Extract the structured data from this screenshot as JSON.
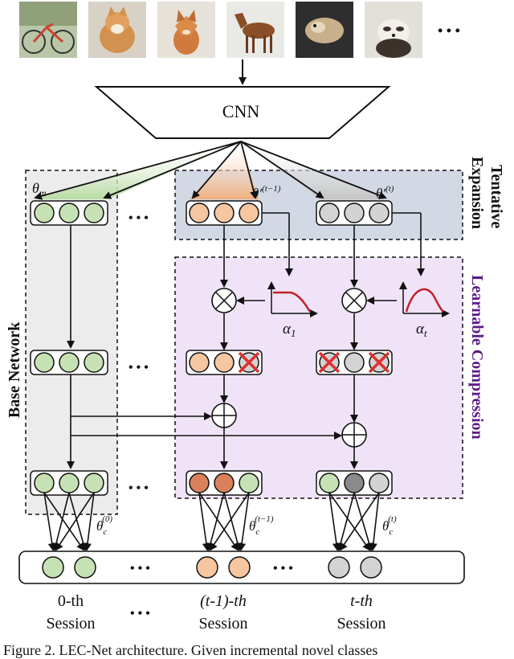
{
  "colors": {
    "green": "#c6e2b4",
    "orange": "#f5c6a0",
    "dark_orange": "#d9815a",
    "gray": "#d3d3d3",
    "dark_gray": "#8a8a8a",
    "expansion_bg": "#d2d9e5",
    "compression_bg": "#f0e3f7",
    "base_bg": "#ececec",
    "compression_text": "#5b1a87",
    "red_cross": "#e03030",
    "curve": "#c0202a"
  },
  "images": [
    "bicycle",
    "shiba-dog",
    "fox",
    "horse",
    "hamster",
    "ferret"
  ],
  "ellipsis": "• • •",
  "cnn_label": "CNN",
  "labels": {
    "base_network": "Base Network",
    "tentative_expansion_line1": "Tentative",
    "tentative_expansion_line2": "Expansion",
    "learnable_compression": "Learnable  Compression",
    "theta_m": "θ",
    "theta_m_sub": "m",
    "theta_prime_t1": "θ′",
    "theta_prime_t1_sup": "(t−1)",
    "theta_prime_t": "θ′",
    "theta_prime_t_sup": "(t)",
    "alpha_1": "α",
    "alpha_1_sub": "1",
    "alpha_t": "α",
    "alpha_t_sub": "t",
    "theta_c0": "θ",
    "theta_c0_sub": "c",
    "theta_c0_sup": "(0)",
    "theta_ct1": "θ",
    "theta_ct1_sub": "c",
    "theta_ct1_sup": "(t−1)",
    "theta_ct": "θ",
    "theta_ct_sub": "c",
    "theta_ct_sup": "(t)"
  },
  "sessions": [
    {
      "line1": "0-th",
      "line2": "Session"
    },
    {
      "line1": "(t-1)-th",
      "line2": "Session"
    },
    {
      "line1": "t-th",
      "line2": "Session"
    }
  ],
  "caption": "Figure 2. LEC-Net architecture.  Given incremental novel classes"
}
